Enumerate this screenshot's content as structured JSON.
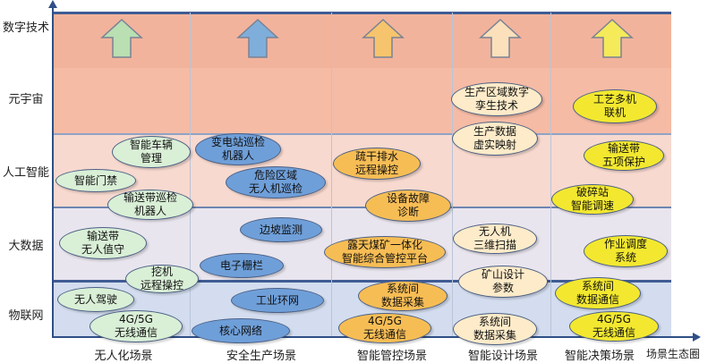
{
  "layers": [
    {
      "name": "数字技术",
      "color": "#f2b39c"
    },
    {
      "name": "元宇宙",
      "color": "#f5bba5"
    },
    {
      "name": "人工智能",
      "color": "#f7d9cf"
    },
    {
      "name": "大数据",
      "color": "#e9e5ee"
    },
    {
      "name": "物联网",
      "color": "#d3ddef"
    }
  ],
  "scenes": [
    "无人化场景",
    "安全生产场景",
    "智能管控场景",
    "智能设计场景",
    "智能决策场景"
  ],
  "x_axis_title": "场景生态圈",
  "arrow_colors": [
    "#b9dfb2",
    "#7faedb",
    "#f6c46c",
    "#fbe0bb",
    "#f5ea5a"
  ],
  "pill_colors": {
    "green": "#d9efd6",
    "blue": "#6f9fd9",
    "orange": "#f7bd55",
    "cream": "#fdebc9",
    "yellow": "#f3e82f"
  },
  "pills": [
    {
      "text": "智能车辆\n管理",
      "color": "green"
    },
    {
      "text": "智能门禁",
      "color": "green"
    },
    {
      "text": "输送带巡检\n机器人",
      "color": "green"
    },
    {
      "text": "输送带\n无人值守",
      "color": "green"
    },
    {
      "text": "挖机\n远程操控",
      "color": "green"
    },
    {
      "text": "无人驾驶",
      "color": "green"
    },
    {
      "text": "4G/5G\n无线通信",
      "color": "green"
    },
    {
      "text": "变电站巡检\n机器人",
      "color": "blue"
    },
    {
      "text": "危险区域\n无人机巡检",
      "color": "blue"
    },
    {
      "text": "边坡监测",
      "color": "blue"
    },
    {
      "text": "电子栅栏",
      "color": "blue"
    },
    {
      "text": "工业环网",
      "color": "blue"
    },
    {
      "text": "核心网络",
      "color": "blue"
    },
    {
      "text": "疏干排水\n远程操控",
      "color": "orange"
    },
    {
      "text": "设备故障\n诊断",
      "color": "orange"
    },
    {
      "text": "露天煤矿一体化\n智能综合管控平台",
      "color": "orange"
    },
    {
      "text": "系统间\n数据采集",
      "color": "orange"
    },
    {
      "text": "4G/5G\n无线通信",
      "color": "orange"
    },
    {
      "text": "生产区域数字\n孪生技术",
      "color": "cream"
    },
    {
      "text": "生产数据\n虚实映射",
      "color": "cream"
    },
    {
      "text": "无人机\n三维扫描",
      "color": "cream"
    },
    {
      "text": "矿山设计\n参数",
      "color": "cream"
    },
    {
      "text": "系统间\n数据采集",
      "color": "cream"
    },
    {
      "text": "工艺多机\n联机",
      "color": "yellow"
    },
    {
      "text": "输送带\n五项保护",
      "color": "yellow"
    },
    {
      "text": "破碎站\n智能调速",
      "color": "yellow"
    },
    {
      "text": "作业调度\n系统",
      "color": "yellow"
    },
    {
      "text": "系统间\n数据通信",
      "color": "yellow"
    },
    {
      "text": "4G/5G\n无线通信",
      "color": "yellow"
    }
  ]
}
